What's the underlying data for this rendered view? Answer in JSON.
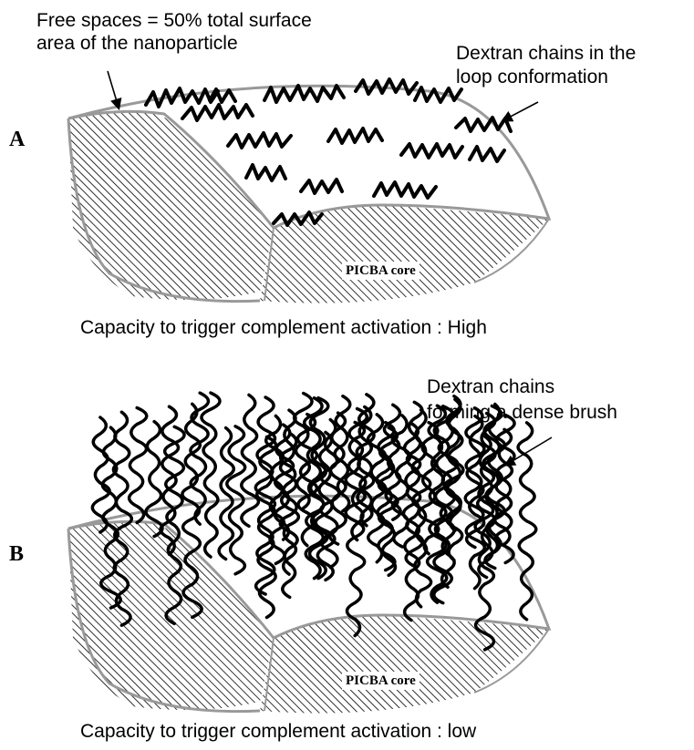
{
  "panels": [
    {
      "letter": "A",
      "core_label": "PICBA core",
      "caption": "Capacity to trigger complement activation : High",
      "annotation_left": [
        "Free spaces = 50% total surface",
        "area of the nanoparticle"
      ],
      "annotation_right": [
        "Dextran chains in the",
        "loop conformation"
      ]
    },
    {
      "letter": "B",
      "core_label": "PICBA core",
      "caption": "Capacity to trigger complement activation : low",
      "annotation_right": [
        "Dextran chains",
        "forming a dense brush"
      ]
    }
  ],
  "colors": {
    "outline": "#999999",
    "hatch": "#000000",
    "chains": "#000000",
    "background": "#ffffff"
  }
}
